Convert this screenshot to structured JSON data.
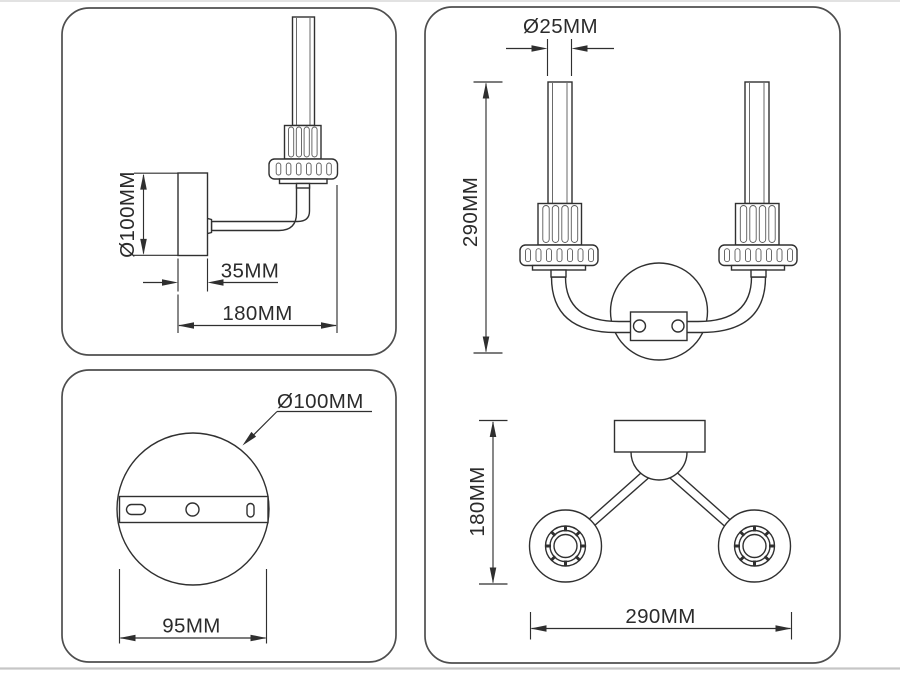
{
  "diagram": {
    "title": "Wall sconce dimension drawing",
    "colors": {
      "background": "#ffffff",
      "line": "#303030",
      "panel_border": "#4e4e4e",
      "text": "#2b2b2b"
    },
    "side_view": {
      "dim_backplate_diameter": "Ø100MM",
      "dim_backplate_depth": "35MM",
      "dim_extension": "180MM"
    },
    "front_view": {
      "dim_candle_diameter": "Ø25MM",
      "dim_height": "290MM"
    },
    "backplate_view": {
      "dim_diameter": "Ø100MM",
      "dim_mount_width": "95MM"
    },
    "top_view": {
      "dim_depth": "180MM",
      "dim_width": "290MM"
    }
  }
}
